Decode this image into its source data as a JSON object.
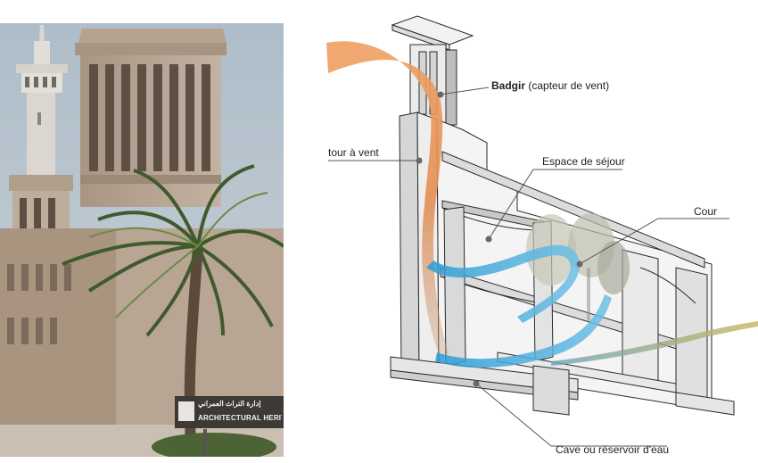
{
  "photo": {
    "sign_arabic": "إدارة التراث العمراني",
    "sign_english": "ARCHITECTURAL HERITAGE"
  },
  "diagram": {
    "labels": {
      "badgir_bold": "Badgir",
      "badgir_rest": " (capteur de vent)",
      "tour": "tour à vent",
      "sejour": "Espace de séjour",
      "cour": "Cour",
      "cave": "Cave ou réservoir d'eau"
    }
  }
}
